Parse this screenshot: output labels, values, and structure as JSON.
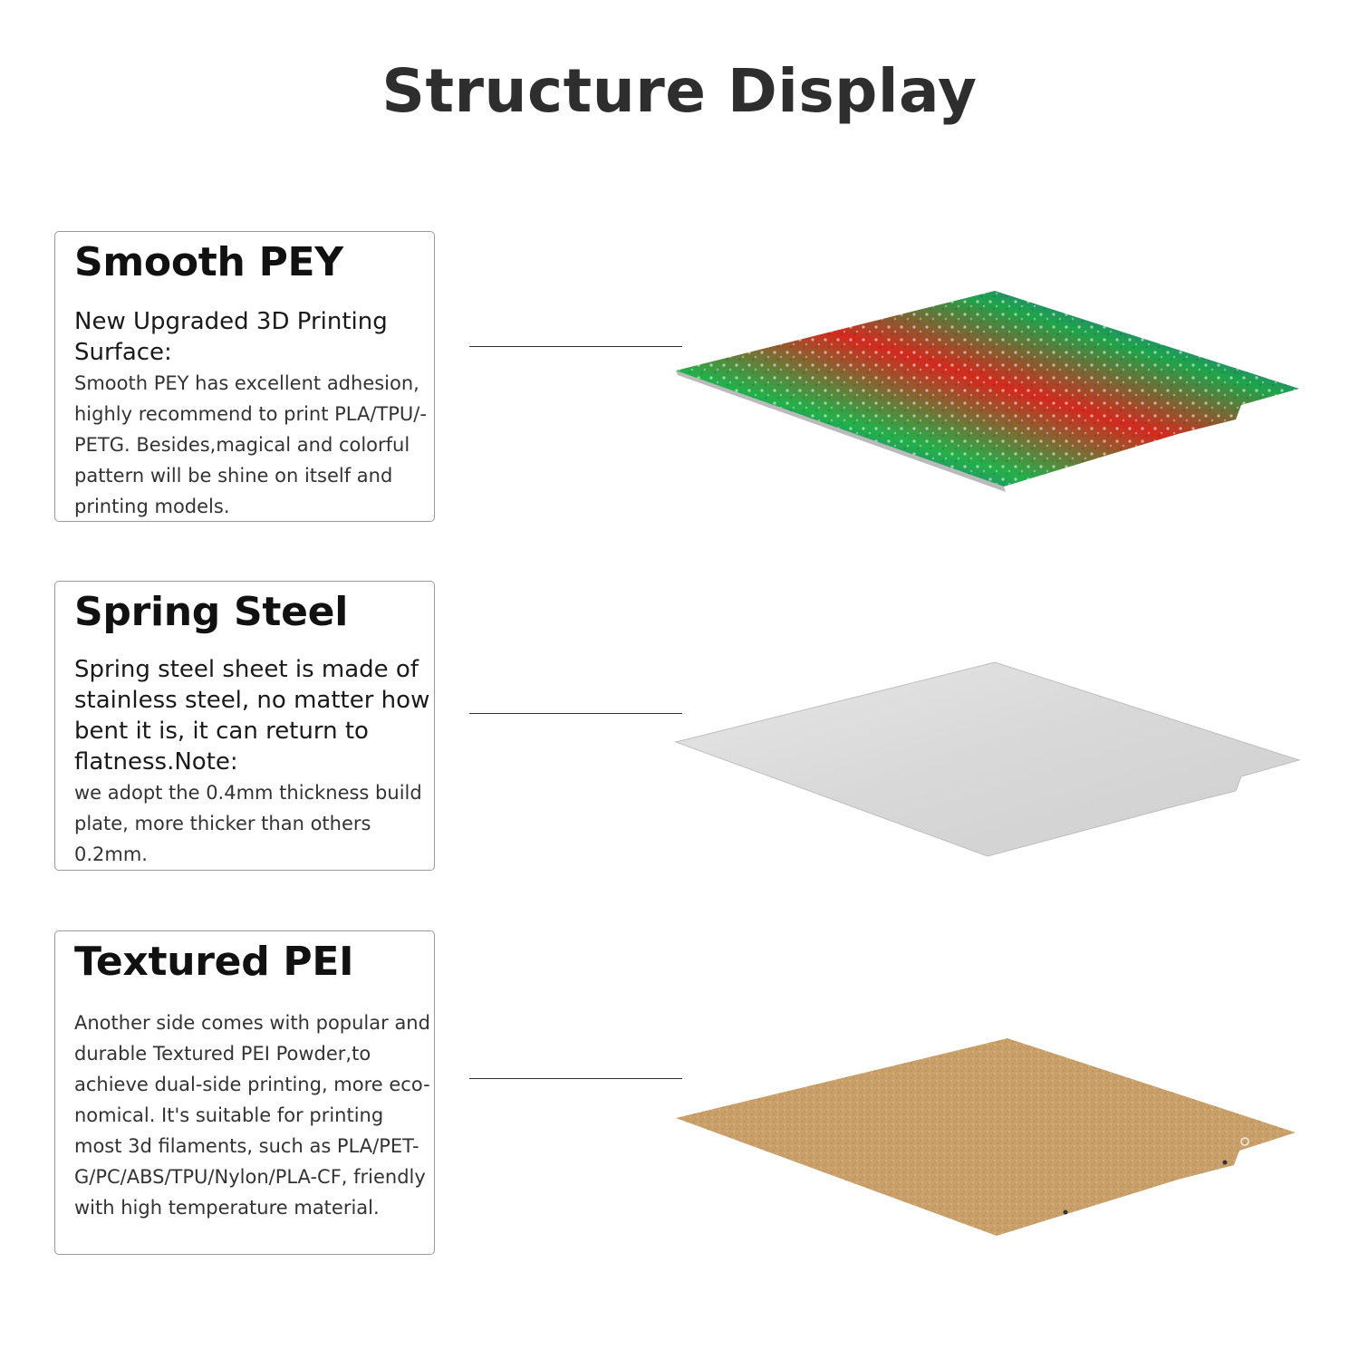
{
  "page": {
    "title": "Structure Display"
  },
  "layers": [
    {
      "title": "Smooth PEY",
      "lead": "New Upgraded 3D Printing Surface:",
      "body": "Smooth PEY has excellent adhesion, highly recommend to print PLA/TPU/-PETG. Besides,magical and colorful pattern will be shine on itself and printing models."
    },
    {
      "title": "Spring Steel",
      "lead": "Spring steel sheet is made of stainless steel, no matter how bent it is, it can return to flatness.Note:",
      "body": "we adopt the 0.4mm thickness build plate, more thicker than others 0.2mm."
    },
    {
      "title": "Textured PEI",
      "body": "Another side comes with popular and durable Textured PEI Powder,to achieve dual-side printing, more eco-nomical. It's suitable for printing most 3d filaments, such as PLA/PET-G/PC/ABS/TPU/Nylon/PLA-CF, friendly with high temperature material."
    }
  ],
  "colors": {
    "holo": [
      "#1e3fd0",
      "#23b04a",
      "#d32a1e",
      "#1fa44a",
      "#2447d6"
    ],
    "steel": "#d8d8d8",
    "pei": "#c9a06a"
  }
}
